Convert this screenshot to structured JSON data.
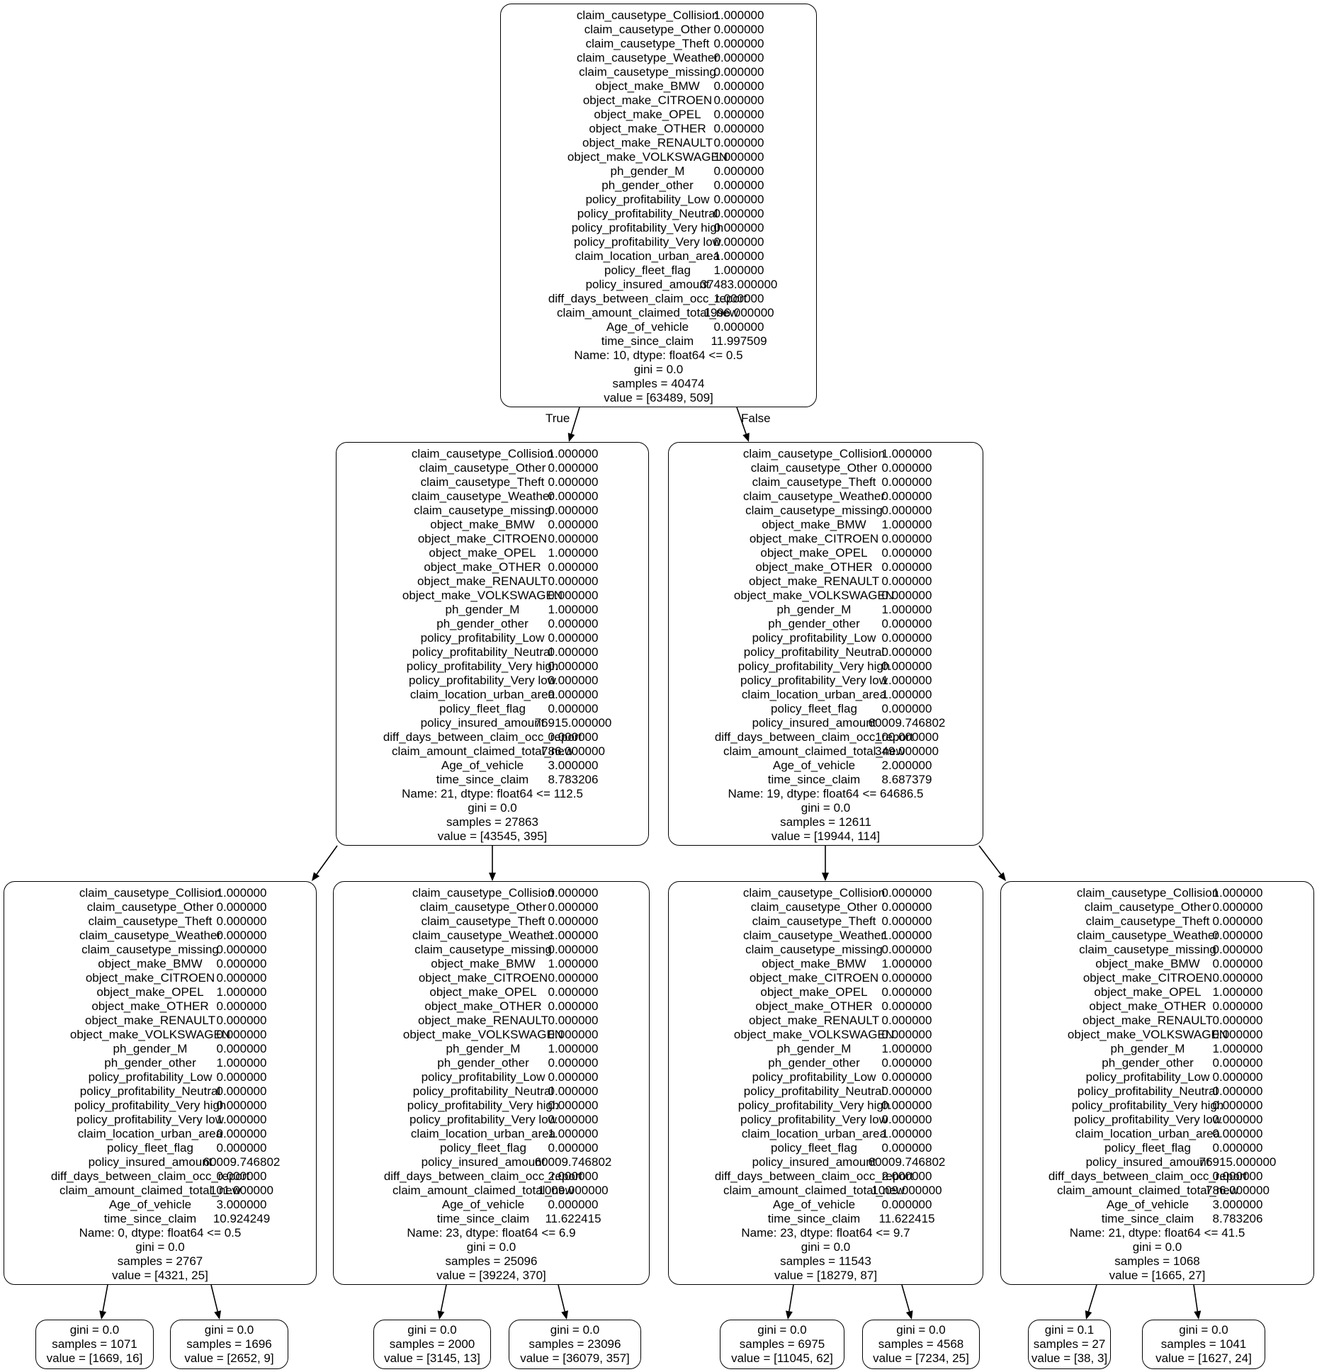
{
  "labels": {
    "true_edge": "True",
    "false_edge": "False"
  },
  "nodes": {
    "root": {
      "features": [
        {
          "name": "claim_causetype_Collision",
          "value": "1.000000"
        },
        {
          "name": "claim_causetype_Other",
          "value": "0.000000"
        },
        {
          "name": "claim_causetype_Theft",
          "value": "0.000000"
        },
        {
          "name": "claim_causetype_Weather",
          "value": "0.000000"
        },
        {
          "name": "claim_causetype_missing",
          "value": "0.000000"
        },
        {
          "name": "object_make_BMW",
          "value": "0.000000"
        },
        {
          "name": "object_make_CITROEN",
          "value": "0.000000"
        },
        {
          "name": "object_make_OPEL",
          "value": "0.000000"
        },
        {
          "name": "object_make_OTHER",
          "value": "0.000000"
        },
        {
          "name": "object_make_RENAULT",
          "value": "0.000000"
        },
        {
          "name": "object_make_VOLKSWAGEN",
          "value": "1.000000"
        },
        {
          "name": "ph_gender_M",
          "value": "0.000000"
        },
        {
          "name": "ph_gender_other",
          "value": "0.000000"
        },
        {
          "name": "policy_profitability_Low",
          "value": "0.000000"
        },
        {
          "name": "policy_profitability_Neutral",
          "value": "0.000000"
        },
        {
          "name": "policy_profitability_Very high",
          "value": "0.000000"
        },
        {
          "name": "policy_profitability_Very low",
          "value": "0.000000"
        },
        {
          "name": "claim_location_urban_area",
          "value": "1.000000"
        },
        {
          "name": "policy_fleet_flag",
          "value": "1.000000"
        },
        {
          "name": "policy_insured_amount",
          "value": "37483.000000"
        },
        {
          "name": "diff_days_between_claim_occ_report",
          "value": "1.000000"
        },
        {
          "name": "claim_amount_claimed_total_new",
          "value": "1996.000000"
        },
        {
          "name": "Age_of_vehicle",
          "value": "0.000000"
        },
        {
          "name": "time_since_claim",
          "value": "11.997509"
        }
      ],
      "split": "Name: 10, dtype: float64 <= 0.5",
      "gini": "gini = 0.0",
      "samples": "samples = 40474",
      "value": "value = [63489, 509]"
    },
    "n1": {
      "features": [
        {
          "name": "claim_causetype_Collision",
          "value": "1.000000"
        },
        {
          "name": "claim_causetype_Other",
          "value": "0.000000"
        },
        {
          "name": "claim_causetype_Theft",
          "value": "0.000000"
        },
        {
          "name": "claim_causetype_Weather",
          "value": "0.000000"
        },
        {
          "name": "claim_causetype_missing",
          "value": "0.000000"
        },
        {
          "name": "object_make_BMW",
          "value": "0.000000"
        },
        {
          "name": "object_make_CITROEN",
          "value": "0.000000"
        },
        {
          "name": "object_make_OPEL",
          "value": "1.000000"
        },
        {
          "name": "object_make_OTHER",
          "value": "0.000000"
        },
        {
          "name": "object_make_RENAULT",
          "value": "0.000000"
        },
        {
          "name": "object_make_VOLKSWAGEN",
          "value": "0.000000"
        },
        {
          "name": "ph_gender_M",
          "value": "1.000000"
        },
        {
          "name": "ph_gender_other",
          "value": "0.000000"
        },
        {
          "name": "policy_profitability_Low",
          "value": "0.000000"
        },
        {
          "name": "policy_profitability_Neutral",
          "value": "0.000000"
        },
        {
          "name": "policy_profitability_Very high",
          "value": "0.000000"
        },
        {
          "name": "policy_profitability_Very low",
          "value": "0.000000"
        },
        {
          "name": "claim_location_urban_area",
          "value": "0.000000"
        },
        {
          "name": "policy_fleet_flag",
          "value": "0.000000"
        },
        {
          "name": "policy_insured_amount",
          "value": "76915.000000"
        },
        {
          "name": "diff_days_between_claim_occ_report",
          "value": "0.000000"
        },
        {
          "name": "claim_amount_claimed_total_new",
          "value": "786.000000"
        },
        {
          "name": "Age_of_vehicle",
          "value": "3.000000"
        },
        {
          "name": "time_since_claim",
          "value": "8.783206"
        }
      ],
      "split": "Name: 21, dtype: float64 <= 112.5",
      "gini": "gini = 0.0",
      "samples": "samples = 27863",
      "value": "value = [43545, 395]"
    },
    "n2": {
      "features": [
        {
          "name": "claim_causetype_Collision",
          "value": "1.000000"
        },
        {
          "name": "claim_causetype_Other",
          "value": "0.000000"
        },
        {
          "name": "claim_causetype_Theft",
          "value": "0.000000"
        },
        {
          "name": "claim_causetype_Weather",
          "value": "0.000000"
        },
        {
          "name": "claim_causetype_missing",
          "value": "0.000000"
        },
        {
          "name": "object_make_BMW",
          "value": "1.000000"
        },
        {
          "name": "object_make_CITROEN",
          "value": "0.000000"
        },
        {
          "name": "object_make_OPEL",
          "value": "0.000000"
        },
        {
          "name": "object_make_OTHER",
          "value": "0.000000"
        },
        {
          "name": "object_make_RENAULT",
          "value": "0.000000"
        },
        {
          "name": "object_make_VOLKSWAGEN",
          "value": "0.000000"
        },
        {
          "name": "ph_gender_M",
          "value": "1.000000"
        },
        {
          "name": "ph_gender_other",
          "value": "0.000000"
        },
        {
          "name": "policy_profitability_Low",
          "value": "0.000000"
        },
        {
          "name": "policy_profitability_Neutral",
          "value": "0.000000"
        },
        {
          "name": "policy_profitability_Very high",
          "value": "0.000000"
        },
        {
          "name": "policy_profitability_Very low",
          "value": "1.000000"
        },
        {
          "name": "claim_location_urban_area",
          "value": "1.000000"
        },
        {
          "name": "policy_fleet_flag",
          "value": "0.000000"
        },
        {
          "name": "policy_insured_amount",
          "value": "60009.746802"
        },
        {
          "name": "diff_days_between_claim_occ_report",
          "value": "100.000000"
        },
        {
          "name": "claim_amount_claimed_total_new",
          "value": "349.000000"
        },
        {
          "name": "Age_of_vehicle",
          "value": "2.000000"
        },
        {
          "name": "time_since_claim",
          "value": "8.687379"
        }
      ],
      "split": "Name: 19, dtype: float64 <= 64686.5",
      "gini": "gini = 0.0",
      "samples": "samples = 12611",
      "value": "value = [19944, 114]"
    },
    "n3": {
      "features": [
        {
          "name": "claim_causetype_Collision",
          "value": "1.000000"
        },
        {
          "name": "claim_causetype_Other",
          "value": "0.000000"
        },
        {
          "name": "claim_causetype_Theft",
          "value": "0.000000"
        },
        {
          "name": "claim_causetype_Weather",
          "value": "0.000000"
        },
        {
          "name": "claim_causetype_missing",
          "value": "0.000000"
        },
        {
          "name": "object_make_BMW",
          "value": "0.000000"
        },
        {
          "name": "object_make_CITROEN",
          "value": "0.000000"
        },
        {
          "name": "object_make_OPEL",
          "value": "1.000000"
        },
        {
          "name": "object_make_OTHER",
          "value": "0.000000"
        },
        {
          "name": "object_make_RENAULT",
          "value": "0.000000"
        },
        {
          "name": "object_make_VOLKSWAGEN",
          "value": "0.000000"
        },
        {
          "name": "ph_gender_M",
          "value": "0.000000"
        },
        {
          "name": "ph_gender_other",
          "value": "1.000000"
        },
        {
          "name": "policy_profitability_Low",
          "value": "0.000000"
        },
        {
          "name": "policy_profitability_Neutral",
          "value": "0.000000"
        },
        {
          "name": "policy_profitability_Very high",
          "value": "0.000000"
        },
        {
          "name": "policy_profitability_Very low",
          "value": "1.000000"
        },
        {
          "name": "claim_location_urban_area",
          "value": "0.000000"
        },
        {
          "name": "policy_fleet_flag",
          "value": "0.000000"
        },
        {
          "name": "policy_insured_amount",
          "value": "60009.746802"
        },
        {
          "name": "diff_days_between_claim_occ_report",
          "value": "0.000000"
        },
        {
          "name": "claim_amount_claimed_total_new",
          "value": "101.000000"
        },
        {
          "name": "Age_of_vehicle",
          "value": "3.000000"
        },
        {
          "name": "time_since_claim",
          "value": "10.924249"
        }
      ],
      "split": "Name: 0, dtype: float64 <= 0.5",
      "gini": "gini = 0.0",
      "samples": "samples = 2767",
      "value": "value = [4321, 25]"
    },
    "n4": {
      "features": [
        {
          "name": "claim_causetype_Collision",
          "value": "0.000000"
        },
        {
          "name": "claim_causetype_Other",
          "value": "0.000000"
        },
        {
          "name": "claim_causetype_Theft",
          "value": "0.000000"
        },
        {
          "name": "claim_causetype_Weather",
          "value": "1.000000"
        },
        {
          "name": "claim_causetype_missing",
          "value": "0.000000"
        },
        {
          "name": "object_make_BMW",
          "value": "1.000000"
        },
        {
          "name": "object_make_CITROEN",
          "value": "0.000000"
        },
        {
          "name": "object_make_OPEL",
          "value": "0.000000"
        },
        {
          "name": "object_make_OTHER",
          "value": "0.000000"
        },
        {
          "name": "object_make_RENAULT",
          "value": "0.000000"
        },
        {
          "name": "object_make_VOLKSWAGEN",
          "value": "0.000000"
        },
        {
          "name": "ph_gender_M",
          "value": "1.000000"
        },
        {
          "name": "ph_gender_other",
          "value": "0.000000"
        },
        {
          "name": "policy_profitability_Low",
          "value": "0.000000"
        },
        {
          "name": "policy_profitability_Neutral",
          "value": "0.000000"
        },
        {
          "name": "policy_profitability_Very high",
          "value": "0.000000"
        },
        {
          "name": "policy_profitability_Very low",
          "value": "0.000000"
        },
        {
          "name": "claim_location_urban_area",
          "value": "1.000000"
        },
        {
          "name": "policy_fleet_flag",
          "value": "0.000000"
        },
        {
          "name": "policy_insured_amount",
          "value": "60009.746802"
        },
        {
          "name": "diff_days_between_claim_occ_report",
          "value": "2.000000"
        },
        {
          "name": "claim_amount_claimed_total_new",
          "value": "1009.000000"
        },
        {
          "name": "Age_of_vehicle",
          "value": "0.000000"
        },
        {
          "name": "time_since_claim",
          "value": "11.622415"
        }
      ],
      "split": "Name: 23, dtype: float64 <= 6.9",
      "gini": "gini = 0.0",
      "samples": "samples = 25096",
      "value": "value = [39224, 370]"
    },
    "n5": {
      "features": [
        {
          "name": "claim_causetype_Collision",
          "value": "0.000000"
        },
        {
          "name": "claim_causetype_Other",
          "value": "0.000000"
        },
        {
          "name": "claim_causetype_Theft",
          "value": "0.000000"
        },
        {
          "name": "claim_causetype_Weather",
          "value": "1.000000"
        },
        {
          "name": "claim_causetype_missing",
          "value": "0.000000"
        },
        {
          "name": "object_make_BMW",
          "value": "1.000000"
        },
        {
          "name": "object_make_CITROEN",
          "value": "0.000000"
        },
        {
          "name": "object_make_OPEL",
          "value": "0.000000"
        },
        {
          "name": "object_make_OTHER",
          "value": "0.000000"
        },
        {
          "name": "object_make_RENAULT",
          "value": "0.000000"
        },
        {
          "name": "object_make_VOLKSWAGEN",
          "value": "0.000000"
        },
        {
          "name": "ph_gender_M",
          "value": "1.000000"
        },
        {
          "name": "ph_gender_other",
          "value": "0.000000"
        },
        {
          "name": "policy_profitability_Low",
          "value": "0.000000"
        },
        {
          "name": "policy_profitability_Neutral",
          "value": "0.000000"
        },
        {
          "name": "policy_profitability_Very high",
          "value": "0.000000"
        },
        {
          "name": "policy_profitability_Very low",
          "value": "0.000000"
        },
        {
          "name": "claim_location_urban_area",
          "value": "1.000000"
        },
        {
          "name": "policy_fleet_flag",
          "value": "0.000000"
        },
        {
          "name": "policy_insured_amount",
          "value": "60009.746802"
        },
        {
          "name": "diff_days_between_claim_occ_report",
          "value": "2.000000"
        },
        {
          "name": "claim_amount_claimed_total_new",
          "value": "1009.000000"
        },
        {
          "name": "Age_of_vehicle",
          "value": "0.000000"
        },
        {
          "name": "time_since_claim",
          "value": "11.622415"
        }
      ],
      "split": "Name: 23, dtype: float64 <= 9.7",
      "gini": "gini = 0.0",
      "samples": "samples = 11543",
      "value": "value = [18279, 87]"
    },
    "n6": {
      "features": [
        {
          "name": "claim_causetype_Collision",
          "value": "1.000000"
        },
        {
          "name": "claim_causetype_Other",
          "value": "0.000000"
        },
        {
          "name": "claim_causetype_Theft",
          "value": "0.000000"
        },
        {
          "name": "claim_causetype_Weather",
          "value": "0.000000"
        },
        {
          "name": "claim_causetype_missing",
          "value": "0.000000"
        },
        {
          "name": "object_make_BMW",
          "value": "0.000000"
        },
        {
          "name": "object_make_CITROEN",
          "value": "0.000000"
        },
        {
          "name": "object_make_OPEL",
          "value": "1.000000"
        },
        {
          "name": "object_make_OTHER",
          "value": "0.000000"
        },
        {
          "name": "object_make_RENAULT",
          "value": "0.000000"
        },
        {
          "name": "object_make_VOLKSWAGEN",
          "value": "0.000000"
        },
        {
          "name": "ph_gender_M",
          "value": "1.000000"
        },
        {
          "name": "ph_gender_other",
          "value": "0.000000"
        },
        {
          "name": "policy_profitability_Low",
          "value": "0.000000"
        },
        {
          "name": "policy_profitability_Neutral",
          "value": "0.000000"
        },
        {
          "name": "policy_profitability_Very high",
          "value": "0.000000"
        },
        {
          "name": "policy_profitability_Very low",
          "value": "0.000000"
        },
        {
          "name": "claim_location_urban_area",
          "value": "0.000000"
        },
        {
          "name": "policy_fleet_flag",
          "value": "0.000000"
        },
        {
          "name": "policy_insured_amount",
          "value": "76915.000000"
        },
        {
          "name": "diff_days_between_claim_occ_report",
          "value": "0.000000"
        },
        {
          "name": "claim_amount_claimed_total_new",
          "value": "786.000000"
        },
        {
          "name": "Age_of_vehicle",
          "value": "3.000000"
        },
        {
          "name": "time_since_claim",
          "value": "8.783206"
        }
      ],
      "split": "Name: 21, dtype: float64 <= 41.5",
      "gini": "gini = 0.0",
      "samples": "samples = 1068",
      "value": "value = [1665, 27]"
    },
    "l1": {
      "gini": "gini = 0.0",
      "samples": "samples = 1071",
      "value": "value = [1669, 16]"
    },
    "l2": {
      "gini": "gini = 0.0",
      "samples": "samples = 1696",
      "value": "value = [2652, 9]"
    },
    "l3": {
      "gini": "gini = 0.0",
      "samples": "samples = 2000",
      "value": "value = [3145, 13]"
    },
    "l4": {
      "gini": "gini = 0.0",
      "samples": "samples = 23096",
      "value": "value = [36079, 357]"
    },
    "l5": {
      "gini": "gini = 0.0",
      "samples": "samples = 6975",
      "value": "value = [11045, 62]"
    },
    "l6": {
      "gini": "gini = 0.0",
      "samples": "samples = 4568",
      "value": "value = [7234, 25]"
    },
    "l7": {
      "gini": "gini = 0.1",
      "samples": "samples = 27",
      "value": "value = [38, 3]"
    },
    "l8": {
      "gini": "gini = 0.0",
      "samples": "samples = 1041",
      "value": "value = [1627, 24]"
    }
  }
}
